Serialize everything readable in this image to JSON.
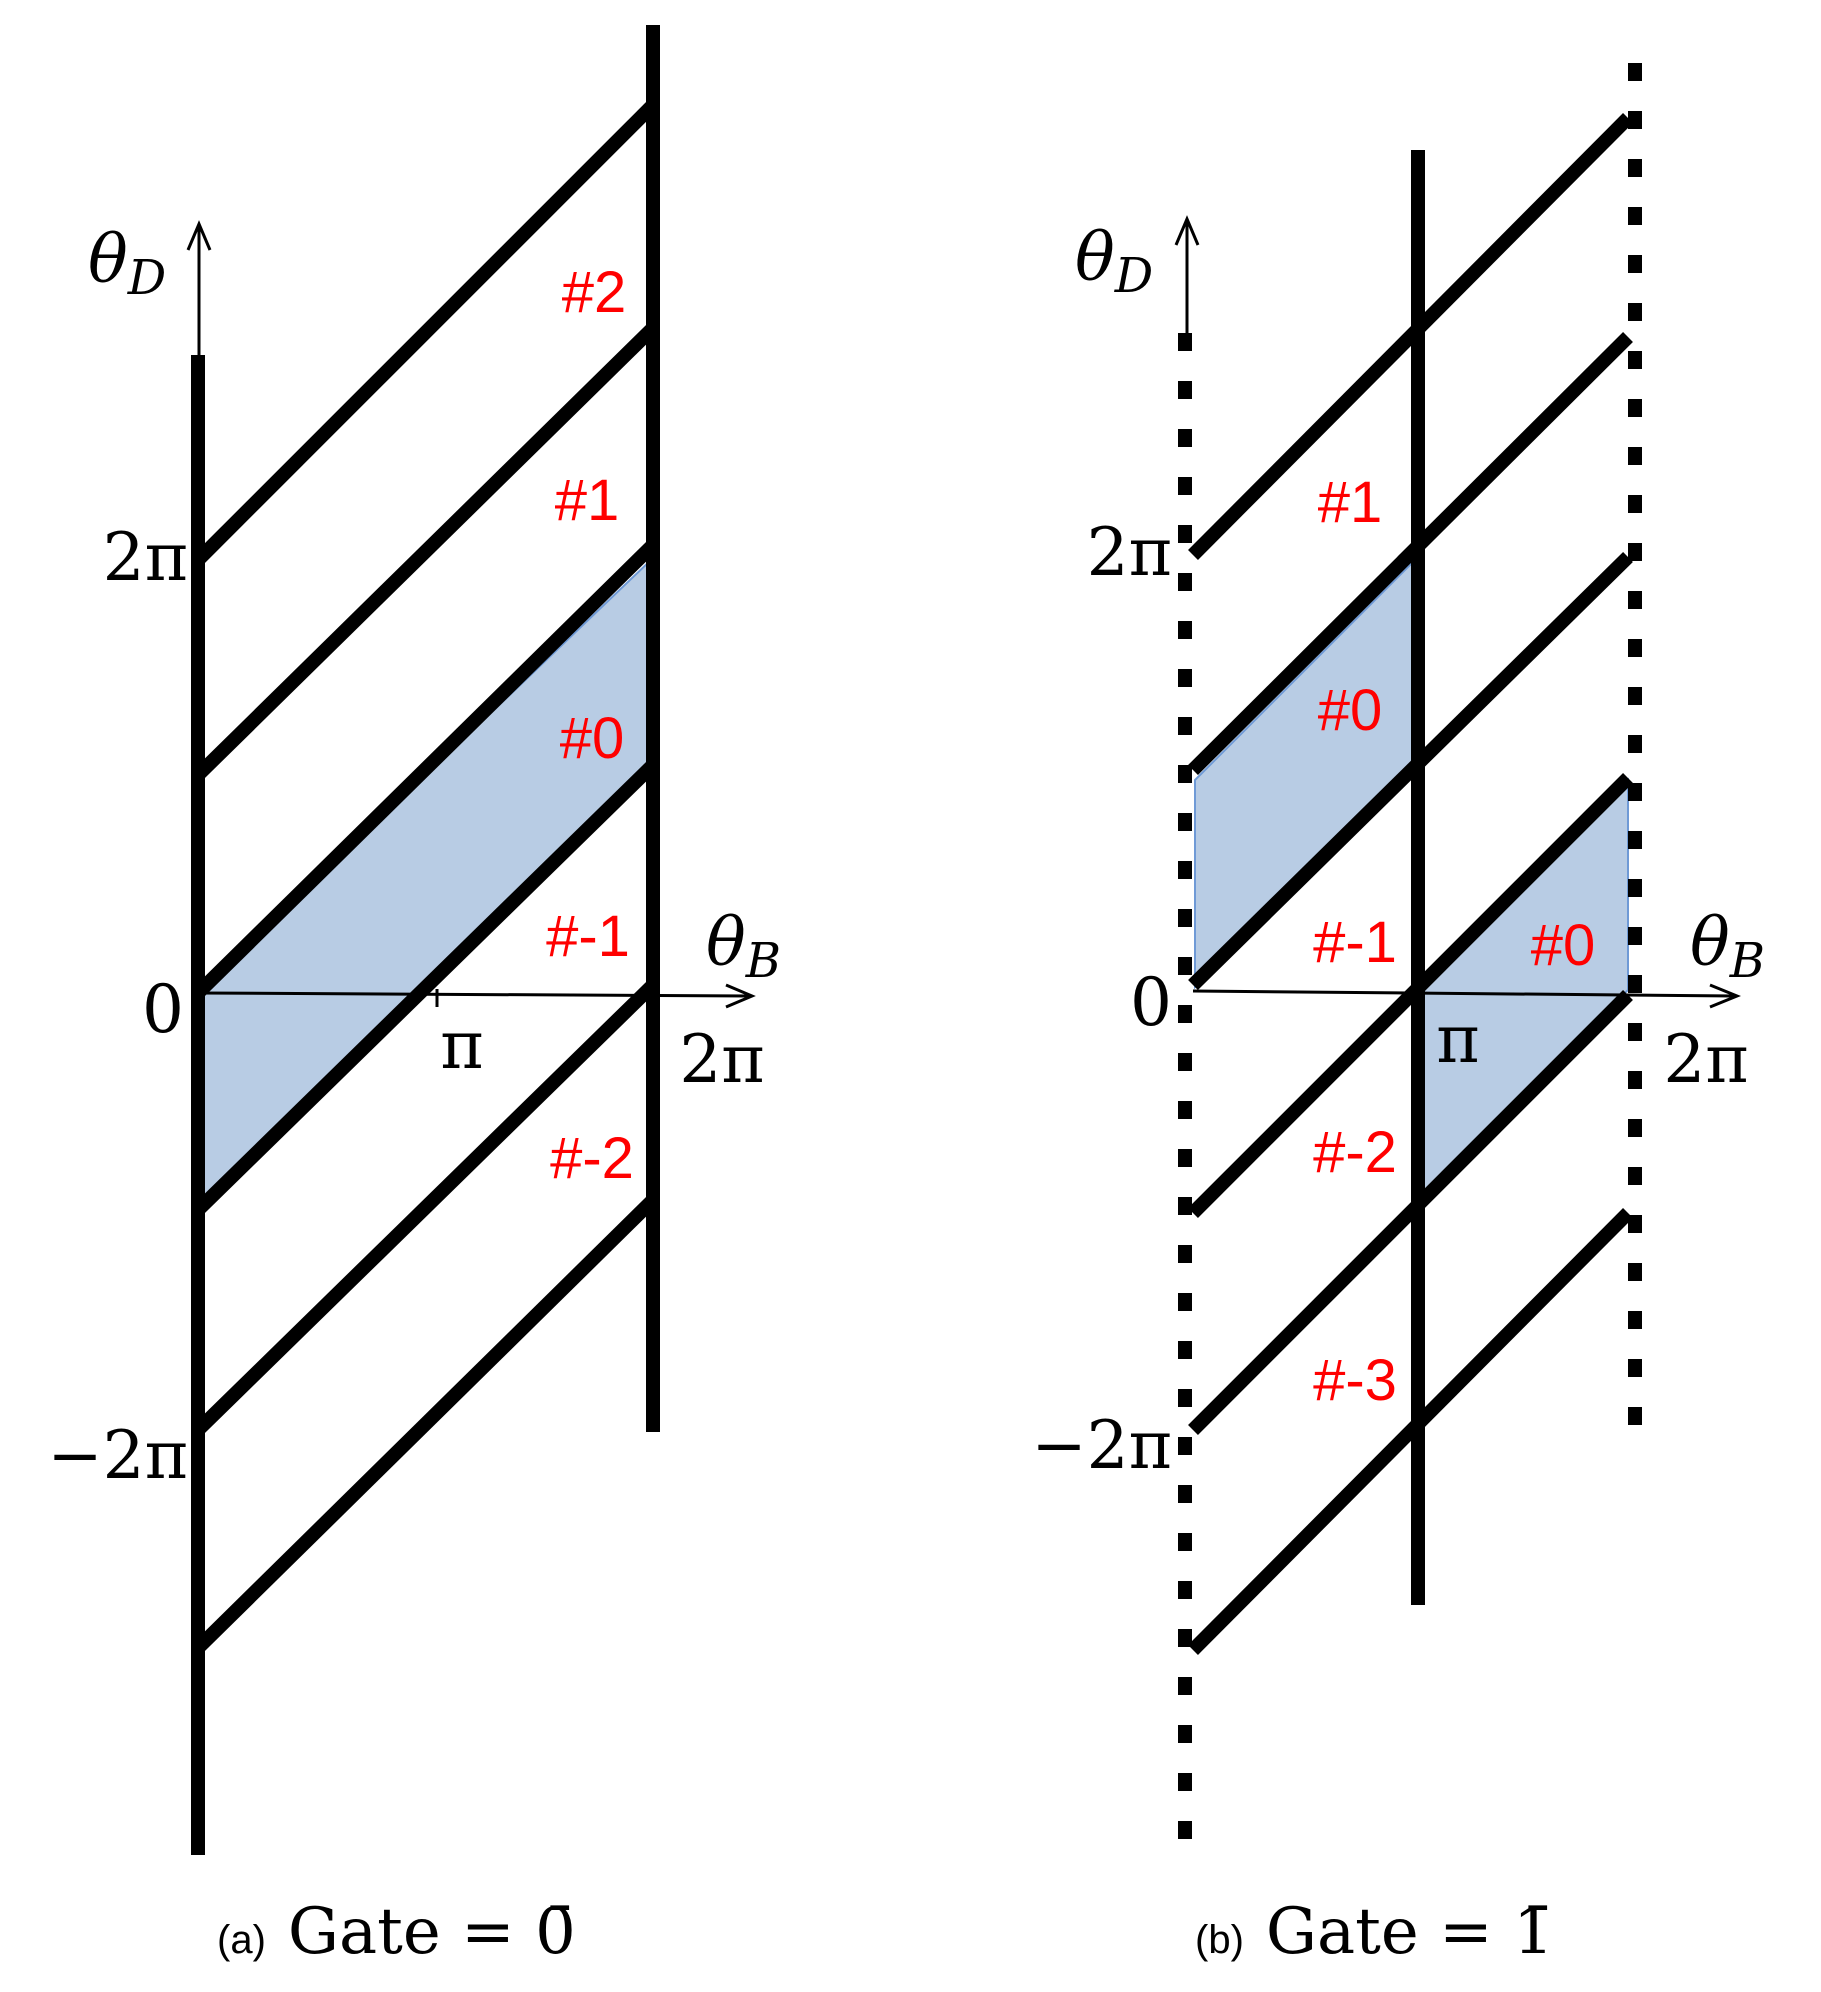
{
  "panel_a": {
    "caption_tag": "(a)",
    "caption_math": "Gate = 0̄",
    "y_axis_label": "θ",
    "y_axis_sub": "D",
    "x_axis_label": "θ",
    "x_axis_sub": "B",
    "y_ticks": [
      "2π",
      "0",
      "−2π"
    ],
    "x_ticks": [
      "π",
      "2π"
    ],
    "region_labels": [
      "#2",
      "#1",
      "#0",
      "#-1",
      "#-2"
    ]
  },
  "panel_b": {
    "caption_tag": "(b)",
    "caption_math": "Gate = 1̄",
    "y_axis_label": "θ",
    "y_axis_sub": "D",
    "x_axis_label": "θ",
    "x_axis_sub": "B",
    "y_ticks": [
      "2π",
      "0",
      "−2π"
    ],
    "x_ticks": [
      "π",
      "2π"
    ],
    "region_labels": [
      "#1",
      "#0",
      "#-1",
      "#0",
      "#-2",
      "#-3"
    ]
  }
}
